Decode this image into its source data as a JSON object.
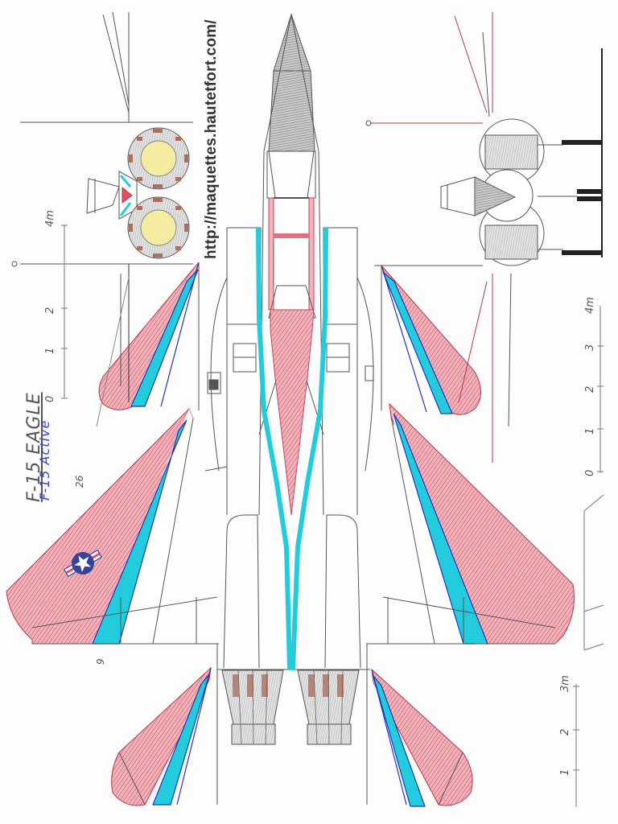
{
  "drawing": {
    "subject": "F-15 aircraft plan view sketch",
    "title": "F-15 EAGLE",
    "subtitle": "F-15 Active",
    "url": "http://maquettes.hautetfort.com/",
    "annotations": {
      "wing_angle": "26",
      "tail_mark": "9"
    }
  },
  "scales": {
    "left_top": {
      "unit_label": "4m",
      "ticks": [
        "0",
        "1",
        "2"
      ]
    },
    "right_middle": {
      "unit_label": "4m",
      "ticks": [
        "0",
        "1",
        "2",
        "3"
      ]
    },
    "right_bottom": {
      "unit_label": "3m",
      "ticks": [
        "1",
        "2"
      ]
    }
  },
  "views": [
    "front-view-left",
    "front-view-right",
    "top-view"
  ],
  "colors": {
    "paper": "#fdfdfd",
    "pencil": "#555555",
    "red_fill": "#e07080",
    "red_line": "#b03848",
    "cyan": "#22ccdd",
    "blue_line": "#2233bb",
    "grey_fill": "#8a8a8a",
    "yellow": "#f4eca0",
    "brown": "#a87060",
    "roundel_blue": "#334499"
  }
}
